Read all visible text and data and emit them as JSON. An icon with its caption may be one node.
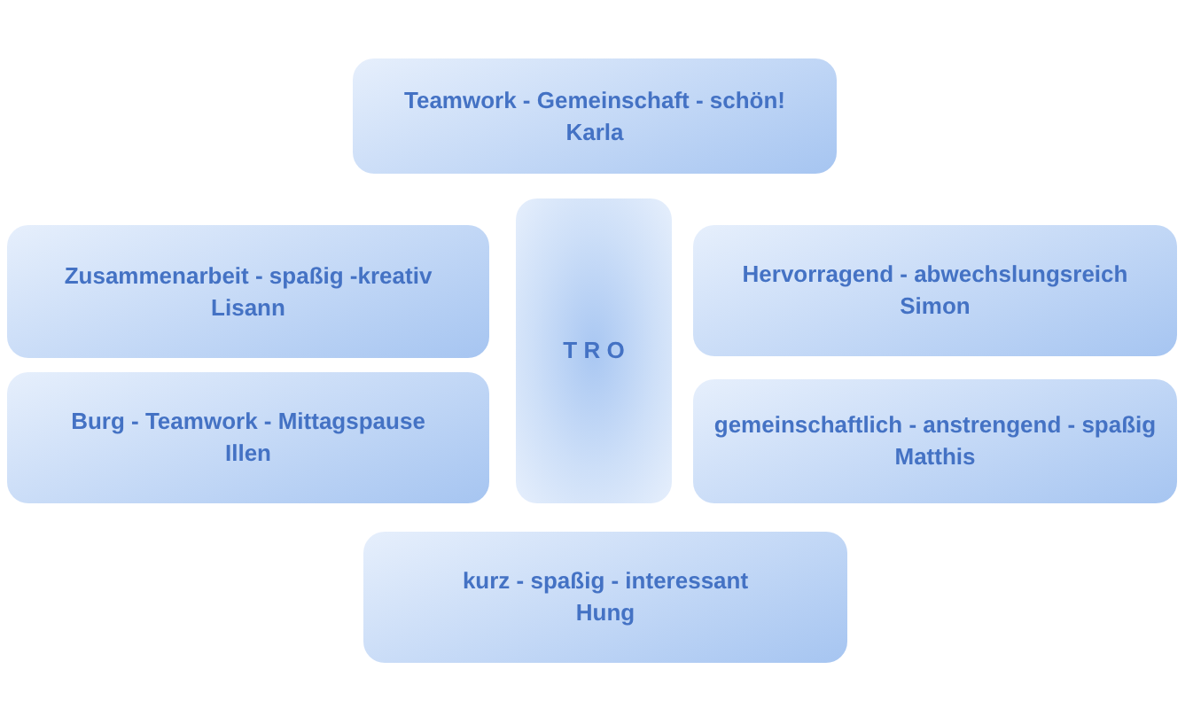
{
  "diagram": {
    "nodes": [
      {
        "text": [
          "Teamwork - Gemeinschaft - schön!",
          "Karla"
        ]
      },
      {
        "text": [
          "Zusammenarbeit - spaßig -kreativ",
          "Lisann"
        ]
      },
      {
        "text": [
          "T R O"
        ]
      },
      {
        "text": [
          "Hervorragend - abwechslungsreich",
          "Simon"
        ]
      },
      {
        "text": [
          "Burg - Teamwork - Mittagspause",
          "Illen"
        ]
      },
      {
        "text": [
          "gemeinschaftlich - anstrengend - spaßig",
          "Matthis"
        ]
      },
      {
        "text": [
          "kurz - spaßig - interessant",
          "Hung"
        ]
      }
    ]
  }
}
